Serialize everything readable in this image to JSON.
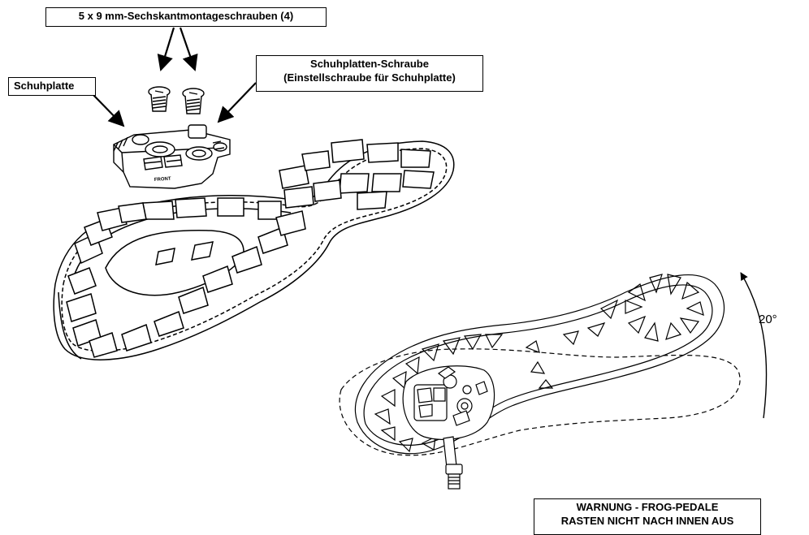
{
  "labels": {
    "hex_screws": "5 x 9 mm-Sechskantmontageschrauben (4)",
    "cleat": "Schuhplatte",
    "cleat_screw_line1": "Schuhplatten-Schraube",
    "cleat_screw_line2": "(Einstellschraube für Schuhplatte)",
    "warning_line1": "WARNUNG - FROG-PEDALE",
    "warning_line2": "RASTEN NICHT NACH INNEN AUS",
    "cleat_front": "FRONT",
    "rotation_angle": "20°"
  }
}
